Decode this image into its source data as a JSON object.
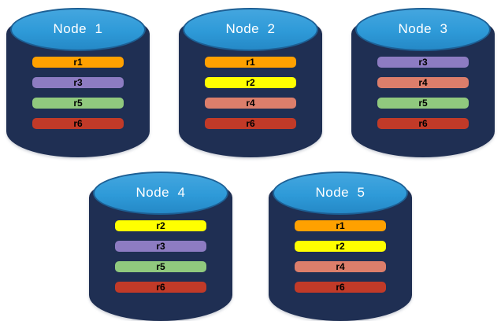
{
  "diagram": {
    "description": "Five database node cylinders showing replica placement",
    "colors": {
      "cylinder_body": "#1F2F53",
      "cylinder_top_fill": "#2E9AD8",
      "cylinder_top_border": "#1D5F94",
      "title_text": "#FFFFFF",
      "bar_text": "#000000",
      "background": "#FFFFFF"
    },
    "replica_colors": {
      "r1": "#FFA100",
      "r2": "#FFFF00",
      "r3": "#8D7CC2",
      "r4": "#DC7E6B",
      "r5": "#90C97E",
      "r6": "#C13A28"
    },
    "nodes": [
      {
        "label": "Node  1",
        "row": 0,
        "replicas": [
          "r1",
          "r3",
          "r5",
          "r6"
        ]
      },
      {
        "label": "Node  2",
        "row": 0,
        "replicas": [
          "r1",
          "r2",
          "r4",
          "r6"
        ]
      },
      {
        "label": "Node  3",
        "row": 0,
        "replicas": [
          "r3",
          "r4",
          "r5",
          "r6"
        ]
      },
      {
        "label": "Node  4",
        "row": 1,
        "replicas": [
          "r2",
          "r3",
          "r5",
          "r6"
        ]
      },
      {
        "label": "Node  5",
        "row": 1,
        "replicas": [
          "r1",
          "r2",
          "r4",
          "r6"
        ]
      }
    ]
  }
}
